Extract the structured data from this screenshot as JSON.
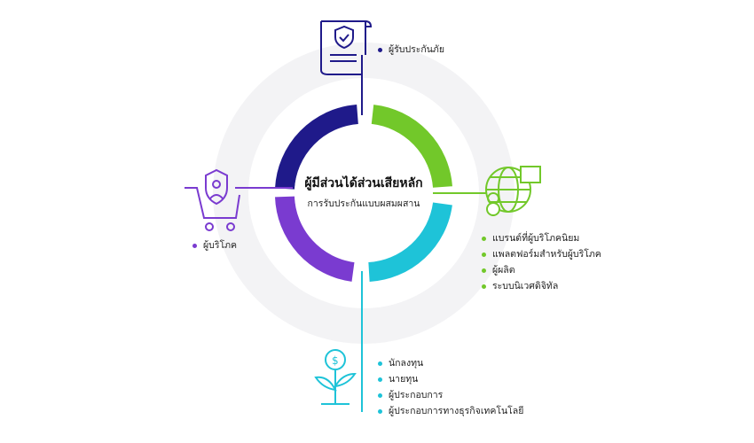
{
  "center": {
    "title": "ผู้มีส่วนได้ส่วนเสียหลัก",
    "subtitle": "การรับประกันแบบผสมผสาน"
  },
  "groups": {
    "insurer": {
      "color": "#1f1a8a",
      "icon": "insurance-document-icon",
      "items": [
        "ผู้รับประกันภัย"
      ]
    },
    "brands": {
      "color": "#72c82a",
      "icon": "globe-delivery-icon",
      "items": [
        "แบรนด์ที่ผู้บริโภคนิยม",
        "แพลตฟอร์มสำหรับผู้บริโภค",
        "ผู้ผลิต",
        "ระบบนิเวศดิจิทัล"
      ]
    },
    "investors": {
      "color": "#1ec3d8",
      "icon": "money-plant-icon",
      "items": [
        "นักลงทุน",
        "นายทุน",
        "ผู้ประกอบการ",
        "ผู้ประกอบการทางธุรกิจเทคโนโลยี"
      ]
    },
    "consumers": {
      "color": "#7a3bd0",
      "icon": "shopping-cart-user-icon",
      "items": [
        "ผู้บริโภค"
      ]
    }
  }
}
